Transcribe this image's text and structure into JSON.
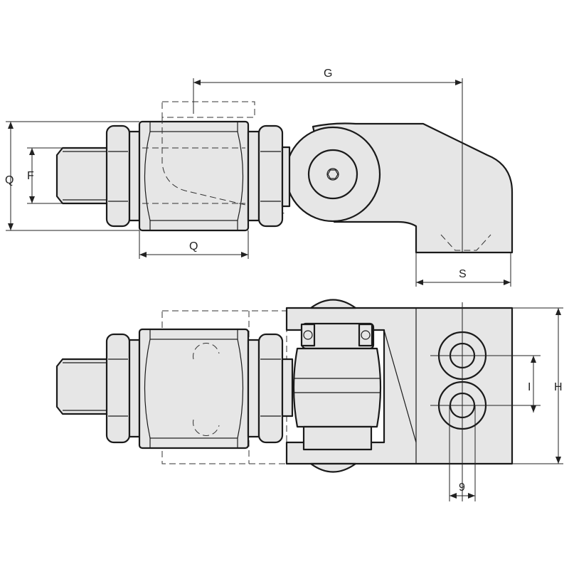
{
  "dimensions": {
    "top_view": {
      "G": "G",
      "Q_height": "Q",
      "F": "F",
      "Q_width": "Q",
      "S": "S"
    },
    "bottom_view": {
      "H": "H",
      "I": "I",
      "nine": "9"
    }
  },
  "colors": {
    "fill": "#e6e6e6",
    "line": "#1a1a1a"
  }
}
